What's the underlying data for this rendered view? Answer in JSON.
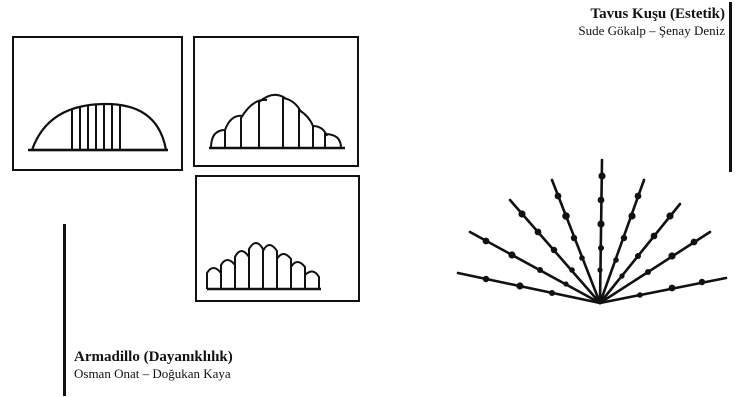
{
  "captions": {
    "armadillo": {
      "title": "Armadillo (Dayanıklılık)",
      "authors": "Osman Onat – Doğukan Kaya"
    },
    "peacock": {
      "title": "Tavus Kuşu (Estetik)",
      "authors": "Sude Gökalp – Şenay Deniz"
    }
  },
  "colors": {
    "ink": "#111111",
    "paper": "#ffffff"
  }
}
